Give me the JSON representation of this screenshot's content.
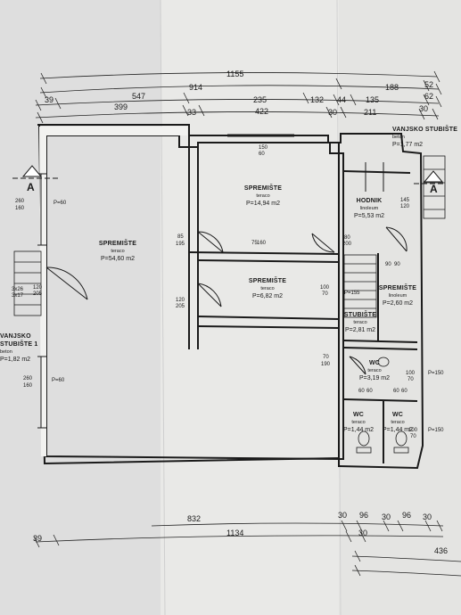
{
  "dimensions": {
    "top": {
      "row1": [
        "1155"
      ],
      "row2": [
        "914",
        "188",
        "52"
      ],
      "row3": [
        "39",
        "547",
        "235",
        "132",
        "44",
        "135",
        "62"
      ],
      "row4": [
        "399",
        "33",
        "422",
        "30",
        "211",
        "30"
      ]
    },
    "bottom": {
      "row1": [
        "832",
        "30",
        "96",
        "30",
        "96",
        "30"
      ],
      "row2": [
        "39",
        "1134",
        "30"
      ],
      "row3": [
        "436"
      ]
    }
  },
  "rooms": {
    "spremiste_big": {
      "name": "SPREMIŠTE",
      "floor": "teraco",
      "area": "P=54,60 m2"
    },
    "spremiste_mid": {
      "name": "SPREMIŠTE",
      "floor": "teraco",
      "area": "P=14,94 m2"
    },
    "spremiste_small": {
      "name": "SPREMIŠTE",
      "floor": "teraco",
      "area": "P=6,82 m2"
    },
    "hodnik": {
      "name": "HODNIK",
      "floor": "linoleum",
      "area": "P=5,53 m2"
    },
    "spremiste_right": {
      "name": "SPREMIŠTE",
      "floor": "linoleum",
      "area": "P=2,60 m2"
    },
    "stubiste": {
      "name": "STUBIŠTE",
      "floor": "teraco",
      "area": "P=2,81 m2"
    },
    "wc_top": {
      "name": "WC",
      "floor": "teraco",
      "area": "P=3,19 m2"
    },
    "wc_left": {
      "name": "WC",
      "floor": "teraco",
      "area": "P=1,44 m2"
    },
    "wc_right": {
      "name": "WC",
      "floor": "teraco",
      "area": "P=1,44 m2"
    },
    "vanjsko_top": {
      "name": "VANJSKO STUBIŠTE",
      "floor": "beton",
      "area": "P=1,77 m2"
    },
    "vanjsko_left": {
      "line1": "VANJSKO",
      "line2": "STUBIŠTE 1",
      "floor": "beton",
      "area": "P=1,82 m2"
    }
  },
  "openings": {
    "w260_top": [
      "260",
      "160"
    ],
    "w260_top_p": "P=60",
    "w260_bot": [
      "260",
      "160"
    ],
    "w260_bot_p": "P=60",
    "d120_205a": [
      "120",
      "205"
    ],
    "d3x26": [
      "3x26",
      "3x17"
    ],
    "d85_195": [
      "85",
      "195"
    ],
    "d120_205b": [
      "120",
      "205"
    ],
    "d75_160": [
      "75",
      "160"
    ],
    "d80_200": [
      "80",
      "200"
    ],
    "d145_120": [
      "145",
      "120"
    ],
    "d100_70a": [
      "100",
      "70"
    ],
    "p155": "P=155",
    "d90_90": [
      "90",
      "90"
    ],
    "d70_190": [
      "70",
      "190"
    ],
    "d100_70b": [
      "100",
      "70"
    ],
    "p150a": "P=150",
    "d60_60a": [
      "60",
      "60"
    ],
    "d60_60b": [
      "60",
      "60"
    ],
    "d100_70c": [
      "100",
      "70"
    ],
    "p150b": "P=150",
    "d150_60": [
      "150",
      "60"
    ]
  },
  "sections": {
    "left": "A",
    "right": "A"
  }
}
